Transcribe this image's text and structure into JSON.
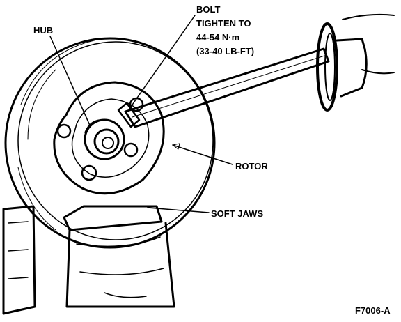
{
  "labels": {
    "hub": "HUB",
    "bolt_line1": "BOLT",
    "bolt_line2": "TIGHTEN TO",
    "bolt_line3": "44-54 N·m",
    "bolt_line4": "(33-40 LB-FT)",
    "rotor": "ROTOR",
    "soft_jaws": "SOFT JAWS"
  },
  "figure_id": "F7006-A",
  "colors": {
    "ink": "#000000",
    "paper": "#ffffff"
  }
}
